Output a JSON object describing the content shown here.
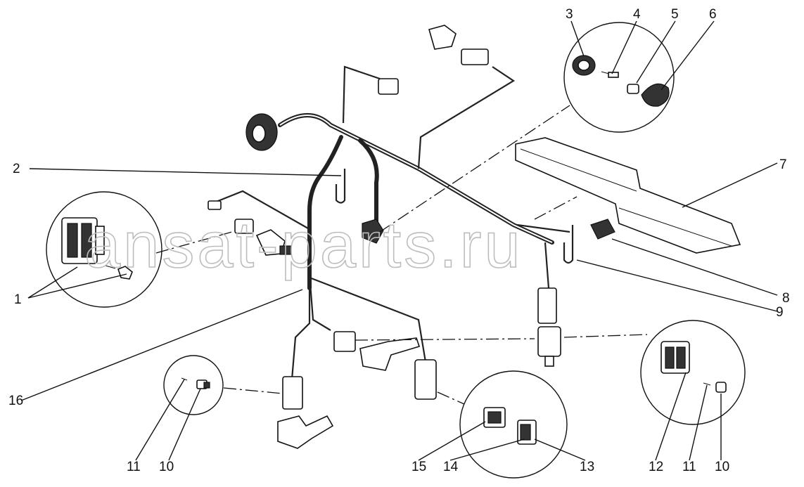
{
  "watermark": "ansat-parts.ru",
  "callouts": [
    "1",
    "2",
    "3",
    "4",
    "5",
    "6",
    "7",
    "8",
    "9",
    "10",
    "11",
    "12",
    "13",
    "14",
    "15",
    "16"
  ]
}
